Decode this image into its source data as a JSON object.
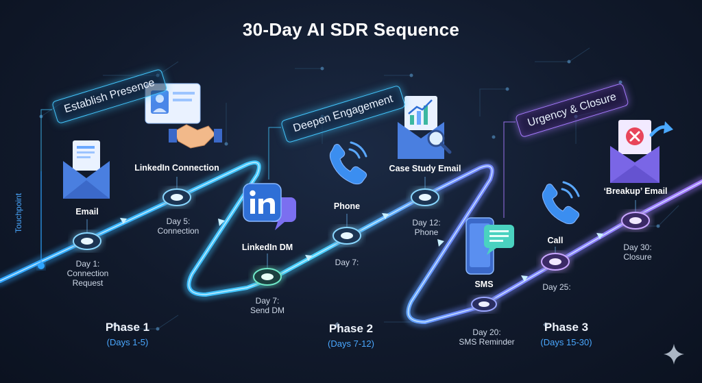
{
  "title": "30-Day AI SDR Sequence",
  "touchpoint_label": "Touchpoint",
  "stages": [
    {
      "label": "Establish Presence"
    },
    {
      "label": "Deepen Engagement"
    },
    {
      "label": "Urgency & Closure"
    }
  ],
  "nodes": [
    {
      "channel": "Email",
      "day_line1": "Day 1:",
      "day_line2": "Connection",
      "day_line3": "Request"
    },
    {
      "channel": "LinkedIn Connection",
      "day_line1": "Day 5:",
      "day_line2": "Connection"
    },
    {
      "channel": "LinkedIn DM",
      "day_line1": "Day 7:",
      "day_line2": "Send DM"
    },
    {
      "channel": "Phone",
      "day_line1": "Day 7:"
    },
    {
      "channel": "Case Study Email",
      "day_line1": "Day 12:",
      "day_line2": "Phone"
    },
    {
      "channel": "SMS",
      "day_line1": "Day 20:",
      "day_line2": "SMS Reminder"
    },
    {
      "channel": "Call",
      "day_line1": "Day 25:"
    },
    {
      "channel": "‘Breakup’ Email",
      "day_line1": "Day 30:",
      "day_line2": "Closure"
    }
  ],
  "phases": [
    {
      "name": "Phase 1",
      "range": "(Days 1-5)"
    },
    {
      "name": "Phase 2",
      "range": "(Days 7-12)"
    },
    {
      "name": "Phase 3",
      "range": "(Days 15-30)"
    }
  ],
  "icons": [
    "email-icon",
    "linkedin-connection-icon",
    "linkedin-dm-icon",
    "phone-icon",
    "case-study-email-icon",
    "sms-icon",
    "call-icon",
    "breakup-email-icon"
  ],
  "colors": {
    "cyan": "#44c8ff",
    "violet": "#a77bff",
    "accent_blue": "#4aa8ff"
  }
}
